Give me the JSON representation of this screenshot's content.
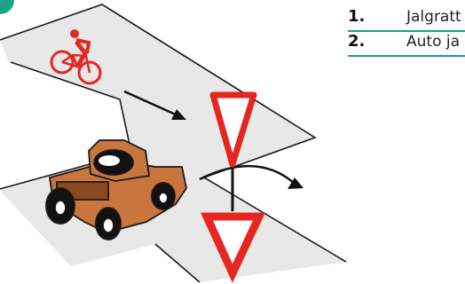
{
  "answers": [
    {
      "number": "1.",
      "text": "Jalgratt"
    },
    {
      "number": "2.",
      "text": "Auto ja"
    }
  ],
  "colors": {
    "road": "#e8e8e8",
    "road_edge": "#1a1a1a",
    "cyclist": "#e52621",
    "arrow": "#111111",
    "yield_sign_border": "#e52621",
    "car_body": "#c8753e",
    "accent_circle": "#1aa387"
  },
  "icons": [
    "cyclist-icon",
    "car-icon",
    "yield-sign-icon",
    "yield-marking-icon"
  ]
}
